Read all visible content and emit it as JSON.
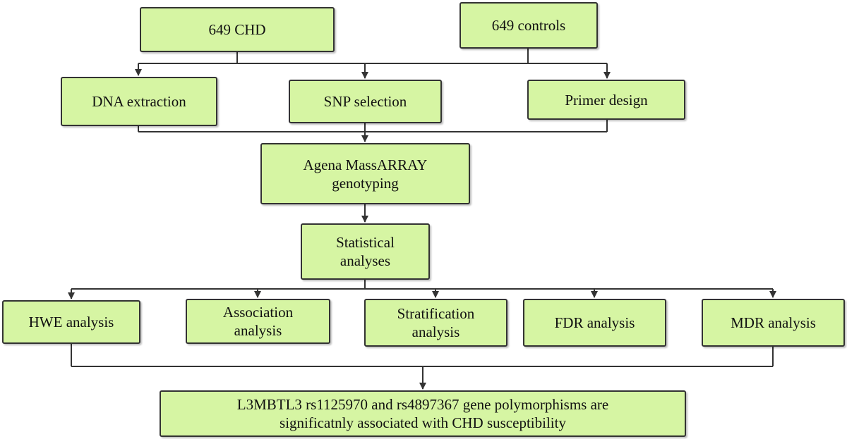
{
  "nodes": {
    "chd": "649 CHD",
    "controls": "649 controls",
    "dna_extraction": "DNA extraction",
    "snp_selection": "SNP selection",
    "primer_design": "Primer design",
    "genotyping": [
      "Agena MassARRAY",
      "genotyping"
    ],
    "statistical": [
      "Statistical",
      "analyses"
    ],
    "hwe": "HWE analysis",
    "association": [
      "Association",
      "analysis"
    ],
    "stratification": [
      "Stratification",
      "analysis"
    ],
    "fdr": "FDR analysis",
    "mdr": "MDR analysis",
    "conclusion": [
      "L3MBTL3 rs1125970 and rs4897367 gene polymorphisms are",
      "significatnly associated with CHD susceptibility"
    ]
  },
  "colors": {
    "box_fill": "#d6f5a3",
    "box_border": "#333333",
    "connector": "#333333"
  }
}
